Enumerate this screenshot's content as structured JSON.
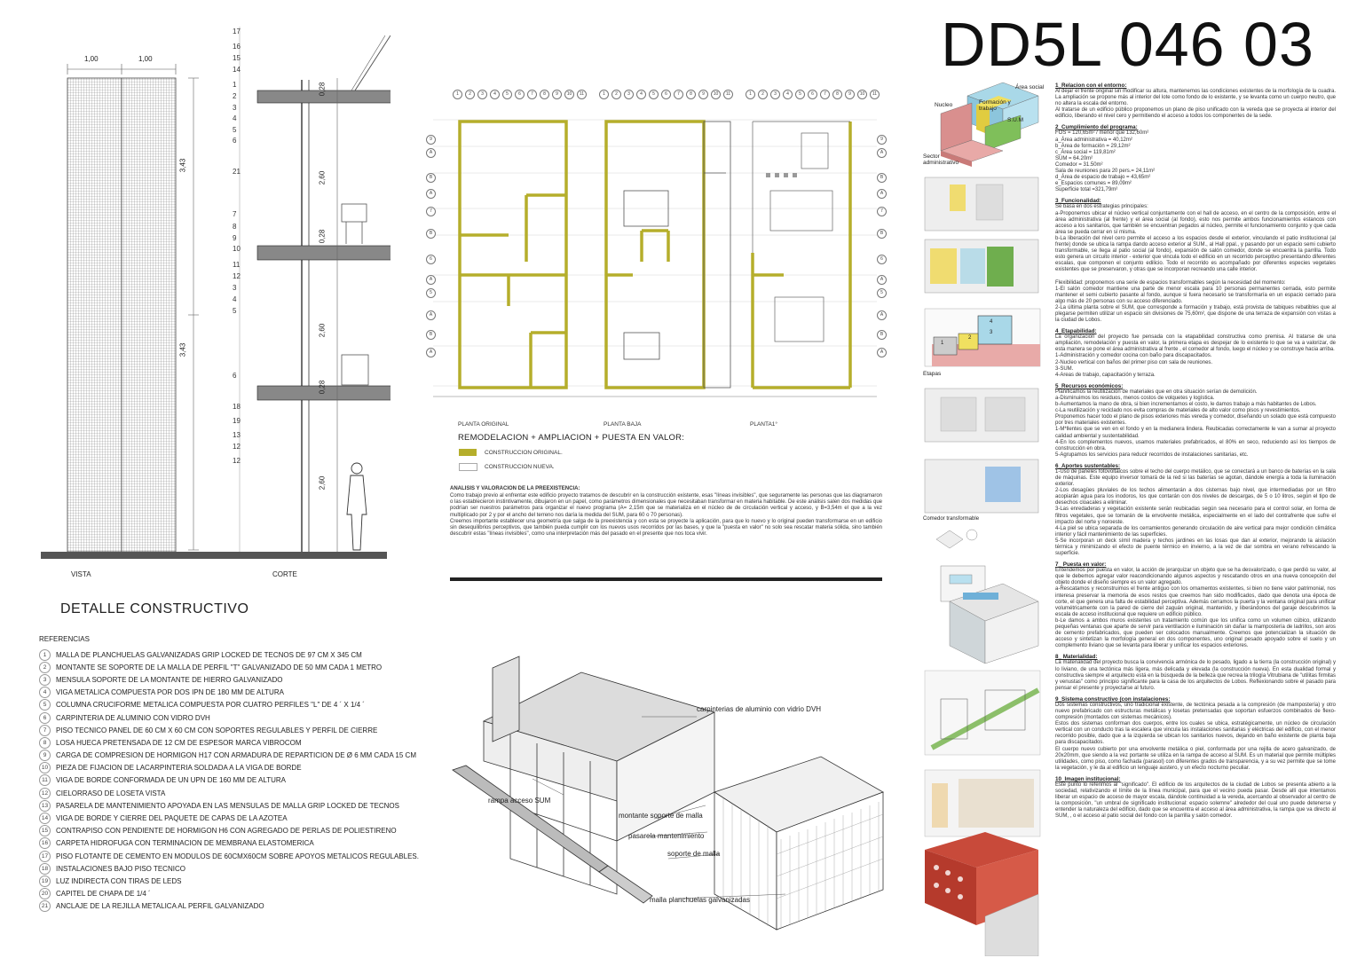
{
  "title": "DD5L 046 03",
  "colors": {
    "accent": "#b5ae2b",
    "red": "#c84a3a",
    "green": "#5f9f46",
    "yellow": "#e9d46b",
    "blue": "#7fb8d8",
    "pink": "#e8aaa8"
  },
  "detail": {
    "heading": "DETALLE CONSTRUCTIVO",
    "vista_label": "VISTA",
    "corte_label": "CORTE",
    "dim_1": "1,00",
    "dim_2": "1,00",
    "dim_343a": "3,43",
    "dim_343b": "3,43",
    "dim_028a": "0,28",
    "dim_260a": "2,60",
    "dim_028b": "0,28",
    "dim_260b": "2,60",
    "dim_028c": "0,28",
    "dim_260c": "2,60",
    "section_numbers": [
      "17",
      "16",
      "15",
      "14",
      "1",
      "2",
      "3",
      "4",
      "5",
      "6",
      "21",
      "7",
      "8",
      "9",
      "10",
      "11",
      "12",
      "3",
      "4",
      "5",
      "6",
      "18",
      "19",
      "13",
      "12",
      "12"
    ],
    "refs_heading": "REFERENCIAS",
    "refs": [
      {
        "n": "1",
        "t": "MALLA  DE PLANCHUELAS GALVANIZADAS GRIP LOCKED DE TECNOS DE 97 CM X 345 CM"
      },
      {
        "n": "2",
        "t": "MONTANTE SE SOPORTE DE LA MALLA DE PERFIL \"T\" GALVANIZADO DE 50 MM CADA 1 METRO"
      },
      {
        "n": "3",
        "t": "MENSULA SOPORTE DE LA MONTANTE  DE HIERRO GALVANIZADO"
      },
      {
        "n": "4",
        "t": "VIGA  METALICA COMPUESTA POR DOS IPN DE  180  MM DE ALTURA"
      },
      {
        "n": "5",
        "t": "COLUMNA CRUCIFORME   METALICA COMPUESTA POR CUATRO PERFILES \"L\" DE 4 ´ X 1/4 ´"
      },
      {
        "n": "6",
        "t": "CARPINTERIA DE ALUMINIO  CON VIDRO DVH"
      },
      {
        "n": "7",
        "t": "PISO TECNICO  PANEL DE 60 CM X 60 CM CON SOPORTES REGULABLES Y PERFIL DE CIERRE"
      },
      {
        "n": "8",
        "t": "LOSA HUECA PRETENSADA  DE 12 CM DE ESPESOR  MARCA VIBROCOM"
      },
      {
        "n": "9",
        "t": "CARGA DE COMPRESION DE HORMIGON H17  CON ARMADURA  DE REPARTICION DE  Ø 6 MM  CADA 15 CM"
      },
      {
        "n": "10",
        "t": "PIEZA DE FIJACION DE LACARPINTERIA SOLDADA A LA VIGA DE BORDE"
      },
      {
        "n": "11",
        "t": "VIGA DE BORDE  CONFORMADA DE  UN UPN DE 160 MM DE ALTURA"
      },
      {
        "n": "12",
        "t": "CIELORRASO DE LOSETA VISTA"
      },
      {
        "n": "13",
        "t": "PASARELA DE MANTENIMIENTO APOYADA EN LAS MENSULAS DE MALLA  GRIP LOCKED DE TECNOS"
      },
      {
        "n": "14",
        "t": "VIGA DE BORDE  Y CIERRE DEL PAQUETE  DE CAPAS DE LA AZOTEA"
      },
      {
        "n": "15",
        "t": "CONTRAPISO CON PENDIENTE  DE HORMIGON H6 CON AGREGADO DE PERLAS DE POLIESTIRENO"
      },
      {
        "n": "16",
        "t": "CARPETA HIDROFUGA CON TERMINACION DE MEMBRANA ELASTOMERICA"
      },
      {
        "n": "17",
        "t": "PISO FLOTANTE DE CEMENTO EN MODULOS DE 60CMX60CM SOBRE APOYOS METALICOS REGULABLES."
      },
      {
        "n": "18",
        "t": "INSTALACIONES BAJO PISO TECNICO"
      },
      {
        "n": "19",
        "t": "LUZ INDIRECTA CON TIRAS DE LEDS"
      },
      {
        "n": "20",
        "t": "CAPITEL DE CHAPA DE  1/4 ´"
      },
      {
        "n": "21",
        "t": "ANCLAJE DE LA REJILLA METALICA AL PERFIL GALVANIZADO"
      }
    ]
  },
  "plans": {
    "labels": [
      "PLANTA ORIGINAL",
      "PLANTA BAJA",
      "PLANTA1°"
    ],
    "grid_numbers": [
      "1",
      "2",
      "3",
      "4",
      "5",
      "6",
      "7",
      "8",
      "9",
      "10",
      "11"
    ],
    "row_letters": [
      "9",
      "A",
      "B",
      "A",
      "7",
      "B",
      "6",
      "A",
      "5",
      "A",
      "B",
      "A"
    ],
    "heading": "REMODELACION + AMPLIACION + PUESTA EN VALOR:",
    "legend_original": "CONSTRUCCION ORIGINAL.",
    "legend_nueva": "CONSTRUCCION NUEVA.",
    "analysis_title": "ANALISIS Y VALORACION DE LA PREEXISTENCIA:",
    "analysis_text": "Como trabajo previo al enfrentar este edificio proyecto tratamos de descubrir en la construcción existente, esas \"líneas invisibles\", que seguramente las personas que las diagramaron o las establecieron instintivamente, dibujaron en un papel, como parámetros dimensionales que necesitaban transformar en materia habitable. De este análisis salen dos medidas que podrían ser nuestros parámetros para organizar el nuevo programa (A= 2,15m que se materializa en el núcleo de de circulación vertical y acceso, y B=3,54m el que a la vez multiplicado por 2 y por el ancho del terreno nos daría la medida del SUM, para 60 o 70 personas).\nCreemos importante establecer una geometría que salga de la preexistencia y con esta se proyecte la aplicación, para que lo nuevo y lo original pueden transformarse en un edificio sin desequilibrios perceptivos, que también pueda cumplir con los nuevos usos recorridos por las bases, y que la \"puesta en valor\" no solo sea rescatar materia sólida, sino también descubrir estas \"líneas invisibles\", como una interpretación más del pasado en el presente que nos toca vivir."
  },
  "axon": {
    "labels": [
      "carpinterias de aluminio con vidrio DVH",
      "rampa acceso SUM",
      "montante soporte de malla",
      "pasarela mantenimiento",
      "soporte de malla",
      "malla planchuelas galvanizadas"
    ]
  },
  "diagrams": {
    "area_social": "Área social",
    "nucleo": "Nucleo",
    "formacion": "Formación y trabajo",
    "sum": "S.U.M",
    "sector_admin": "Sector administrativo",
    "etapas": "Etapas",
    "comedor": "Comedor transformable",
    "stage_nums": [
      "1",
      "2",
      "3",
      "4"
    ]
  },
  "sections": [
    {
      "h": "1_Relacion con el entorno:",
      "b": "Al dejar el frente original sin modificar su altura, mantenemos las condiciones existentes de la morfología de la cuadra. La ampliación se propone más al interior del lote como fondo de lo existente, y se levanta como un cuerpo neutro, que no altera la escala del entorno.\nAl tratarse de un edificio público proponemos un plano de piso unificado con la vereda que se proyecta al interior del edificio, liberando el nivel cero y permitiendo el acceso a todos los componentes de la sede."
    },
    {
      "h": "2_Cumplimiento del programa:",
      "b": "FOS  = 120,65m² / menor que 132,60m²\na_Área administrativa =  40,12m²\nb_Área de formación = 29,12m²\nc_Área social = 119,81m²\nSUM =   64.20m²\nComedor = 31.50m²\nSala de reuniones para 20 pers.= 24,11m²\nd_Área de espacio de trabajo = 43,65m²\ne_Espacios comunes =  89,09m²\nSuperficie total =321,79m²"
    },
    {
      "h": "3_Funcionalidad:",
      "b": "Se basa en dos estrategias principales:\na-Proponemos ubicar el núcleo vertical conjuntamente con el hall de acceso, en el centro de la composición, entre el área administrativa (al frente) y el área social (al fondo), esto nos permite ambos funcionamientos estancos con acceso a los sanitarios, que también se encuentran pegados al núcleo, permite el funcionamiento conjunto y que cada área se pueda cerrar en sí misma.\nb-La liberación del nivel cero permite el acceso a los espacios  desde el exterior, vinculando el patio institucional (al frente)  donde se ubica la rampa dando acceso exterior al SUM., al Hall ppal.,  y pasando por un espacio semi cubierto transformable,  se llega al patio social (al fondo),  expansión de salón comedor, donde se encuentra la parrilla. Todo esto genera un circuito interior - exterior que vincula todo el edificio en un recorrido perceptivo presentando diferentes escalas, que componen el conjunto edilicio. Todo el recorrido es acompañado por diferentes especies vegetales existentes que se preservaron,  y otras que se incorporan recreando una calle interior.\n\nFlexibilidad: proponemos una serie de espacios transformables según la necesidad del momento:\n1-El salón comedor mantiene una parte de menor escala para 10 personas permanentes cerrada, esto permite mantener el semi cubierto pasante al fondo, aunque si fuera necesario se transformaría en un espacio cerrado para algo más de 20 personas con su acceso diferenciado.\n2-La última planta sobre el SUM, que corresponde a formación y trabajo, está  provista de tabiques rebatibles que al plegarse permiten utilizar un espacio sin divisiones de 75,60m², que dispone de una terraza de expansión con vistas a la ciudad de Lobos."
    },
    {
      "h": "4_Etapabilidad:",
      "b": "La organización del proyecto fue pensada con la etapabilidad constructiva como premisa. Al tratarse de una ampliación, remodelación y puesta en valor, la primera etapa es despejar de lo existente lo que se va a valorizar, de esta manera se pone el área administrativa al frente , el comedor al fondo, luego el núcleo y se construye hacia arriba.\n1-Administración y comedor cocina con baño para discapacitados.\n2-Nucleo vertical con baños del primer piso con sala de reuniones.\n3-SUM.\n4-Areas de trabajo, capacitación y terraza."
    },
    {
      "h": "5_Recursos económicos:",
      "b": "Planificamos la reutilización de materiales que en otra situación serían de demolición.\na-Disminuimos los residuos, menos costos de volquetes y logística.\nb-Aumentamos la mano de obra, si bien incrementamos el costo, le damos trabajo a más habitantes de Lobos.\nc-La reutilización y reciclado nos evita compras de materiales de alto valor como pisos y revestimientos.\nProponemos hacer todo el plano de pisos exteriores más vereda y comedor, diseñando un solado que está compuesto por tres materiales existentes.\n1-M*llentes que se ven en el fondo y en la medianera lindera. Reubicadas correctamente le van a sumar al proyecto calidad ambiental y sustentabilidad.\n4-En los complementos nuevos, usamos materiales prefabricados, el 80% en seco, reduciendo así los tiempos de construcción en obra.\n5-Agrupamos los servicios para reducir recorridos de instalaciones sanitarias, etc."
    },
    {
      "h": "6_Aportes sustentables:",
      "b": "1-Uso de paneles fotovoltaicos sobre el techo del cuerpo metálico, que se conectará  a un banco de baterías en la sala de máquinas. Este equipo inversor tomará de la red si las baterías se agotan, dándole energía a toda la iluminación exterior.\n2-Los desagües pluviales de los techos alimentarán a dos cisternas bajo nivel, que intermediadas por un filtro acopiarán agua para los inodoros, los que contarán con dos niveles de descargas, de 5 o 10 litros, según el tipo de desechos cloacales a eliminar.\n3-Las enredaderas y vegetación existente serán reubicadas según sea necesario para el control solar, en forma de filtros vegetales, que se tomarán de la envolvente metálica, especialmente en el lado del contrafrente que sufre el impacto del norte y noroeste.\n4-La piel se ubica separada de los cerramientos generando circulación de aire vertical para mejor condición climática interior y fácil mantenimiento de las superficies.\n5-Se incorporan un deck símil madera y techos jardines en las losas que dan al exterior, mejorando la aislación térmica y minimizando el efecto de puente térmico en invierno, a la vez de dar sombra en verano refrescando la superficie."
    },
    {
      "h": "7_ Puesta en valor:",
      "b": "Entendemos por puesta en valor, la acción de jerarquizar un objeto que se ha desvalorizado, o que perdió su valor, al que le debemos agregar valor reacondicionando algunos aspectos y rescatando otros en una nueva concepción del objeto donde el diseño siempre es un valor agregado.\na-Rescatamos y reconstruimos el frente antiguo con los ornamentos existentes, si bien no tiene valor patrimonial, nos interesa preservar la memoria de esos restos que creemos han sido modificados, dado que denota una época de corte, el que genera una falta de estabilidad perceptiva. Además cerramos la puerta y la ventana original para unificar volumétricamente con la pared de cierre del zaguán original, mantenido, y  liberándonos del garaje descubrimos la escala de acceso institucional que requiere un edificio público.\nb-Le damos a ambos muros existentes un tratamiento común que los unifica como un volumen cúbico, utilizando pequeñas ventanas que aparte de servir para ventilación e iluminación sin dañar la mampostería de ladrillos,  son aros de cemento prefabricados, que pueden ser colocados manualmente. Creemos que potencializan la situación de acceso y sintetizan la morfología general en dos componentes, uno original pesado apoyado sobre el suelo y un complemento liviano que se levanta para liberar y unificar los espacios exteriores."
    },
    {
      "h": "8_ Materialidad:",
      "b": "La materialidad del proyecto busca la convivencia armónica de lo pesado, ligado a la tierra (la construcción original) y lo liviano, de una tectónica más ligera, más delicada y elevada (la construcción nueva). En esta dualidad formal y constructiva siempre el arquitecto está en la búsqueda de la belleza que recrea la trilogía Vitrubiana de \"utilitas firmitas y venustas\" como principio significante para la casa de los arquitectos de Lobos. Reflexionando sobre el pasado para pensar el presente y proyectarse al futuro."
    },
    {
      "h": "9_Sistema constructivo (con instalaciones:",
      "b": "Dos sistemas constructivos, uno tradicional existente, de tectónica pesada a la compresión (de mampostería) y otro nuevo prefabricado con estructuras metálicas y losetas pretensadas que soportan esfuerzos combinados de flexo-compresión (montados con sistemas mecánicos).\nEstos dos sistemas conforman dos cuerpos, entre los cuales se ubica, estratégicamente, un núcleo de circulación vertical con un conducto tras la escalera que vincula las instalaciones sanitarias y eléctricas del edificio, con el menor recorrido posible, dado que a la izquierda se ubican los sanitarios nuevos, dejando en baño existente de planta baja para discapacitados.\nEl cuerpo nuevo cubierto por una envolvente metálica o piel, conformada por una rejilla de acero galvanizado, de 20x20mm, que siendo a la vez portante se utiliza en la rampa de acceso al SUM. Es un material que permite múltiples utilidades, como piso, como fachada (parasol) con diferentes grados de transparencia, y a su vez permite que se tome la vegetación, y le da al edificio un lenguaje austero, y un efecto nocturno peculiar."
    },
    {
      "h": "10_Imagen institucional:",
      "b": "Este punto lo referimos al \"significado\". El edificio de los arquitectos de la ciudad de Lobos se presenta abierto a la sociedad, relativizando el límite de la línea municipal, para que el vecino pueda pasar. Desde allí que intentamos liberar  un espacio de acceso de mayor escala, dándole continuidad a la vereda, acercando al observador al centro de la composición, \"un umbral de significado institucional: espacio solemne\" alrededor del cual uno puede detenerse y entender la naturaleza del edificio, dado que se encuentra el acceso al área administrativa, la rampa que va directo al SUM, , o el acceso al patio social del fondo con la parrilla y salón comedor."
    }
  ]
}
